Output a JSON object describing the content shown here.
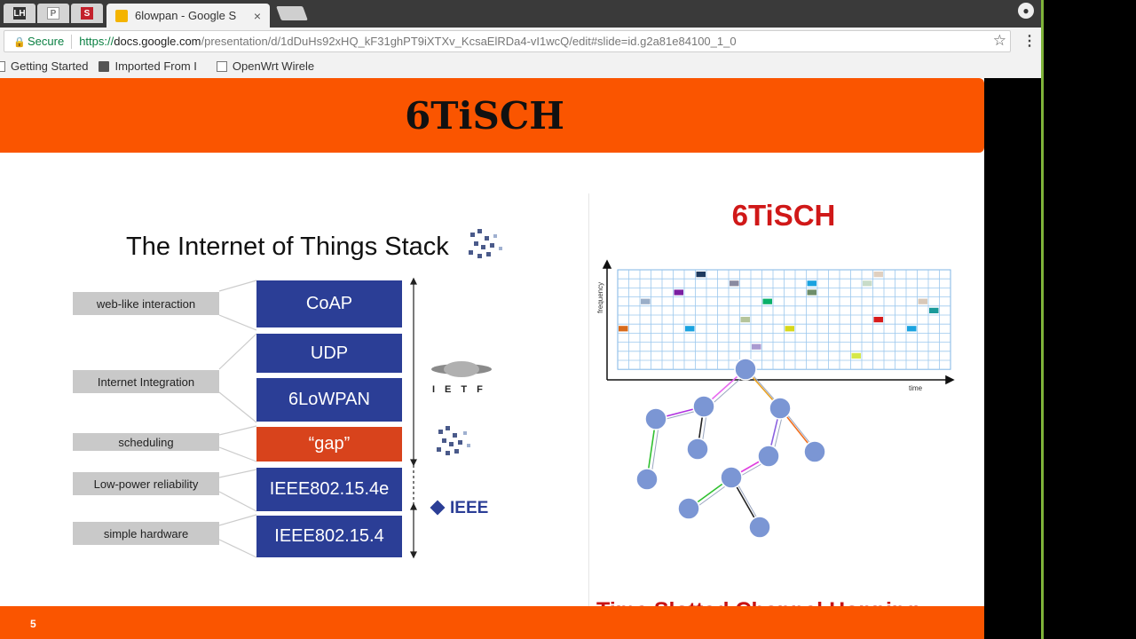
{
  "browser": {
    "tabs": [
      {
        "favicon": "LH",
        "type": "pinned"
      },
      {
        "favicon": "P",
        "type": "pinned"
      },
      {
        "favicon": "S",
        "type": "pinned"
      }
    ],
    "active_tab": {
      "title": "6lowpan - Google S",
      "favicon": "google-slides-icon",
      "close": "×"
    },
    "address": {
      "secure_label": "Secure",
      "scheme": "https://",
      "host": "docs.google.com",
      "path": "/presentation/d/1dDuHs92xHQ_kF31ghPT9iXTXv_KcsaElRDa4-vI1wcQ/edit#slide=id.g2a81e84100_1_0"
    },
    "bookmarks": [
      {
        "label": "Getting Started",
        "icon": "file-icon"
      },
      {
        "label": "Imported From I",
        "icon": "folder-icon"
      },
      {
        "label": "OpenWrt Wirele",
        "icon": "file-icon"
      }
    ],
    "colors": {
      "secure": "#0b8043",
      "slides_favicon": "#f4b400"
    }
  },
  "slide": {
    "title": "6TiSCH",
    "number": "5",
    "colors": {
      "accent_orange": "#fa5500",
      "layer_blue": "#2b3e96",
      "gap_red": "#d8431c",
      "right_title_red": "#d01818"
    },
    "left": {
      "heading": "The Internet of Things Stack",
      "labels": [
        "web-like interaction",
        "Internet Integration",
        "scheduling",
        "Low-power reliability",
        "simple hardware"
      ],
      "layers": [
        "CoAP",
        "UDP",
        "6LoWPAN",
        "“gap”",
        "IEEE802.15.4e",
        "IEEE802.15.4"
      ],
      "ietf_letters": "IETF",
      "ieee_label": "IEEE"
    },
    "right": {
      "title": "6TiSCH",
      "y_axis_label": "frequency",
      "x_axis_label": "time",
      "footer": "Time Slotted Channel Hopping"
    }
  }
}
